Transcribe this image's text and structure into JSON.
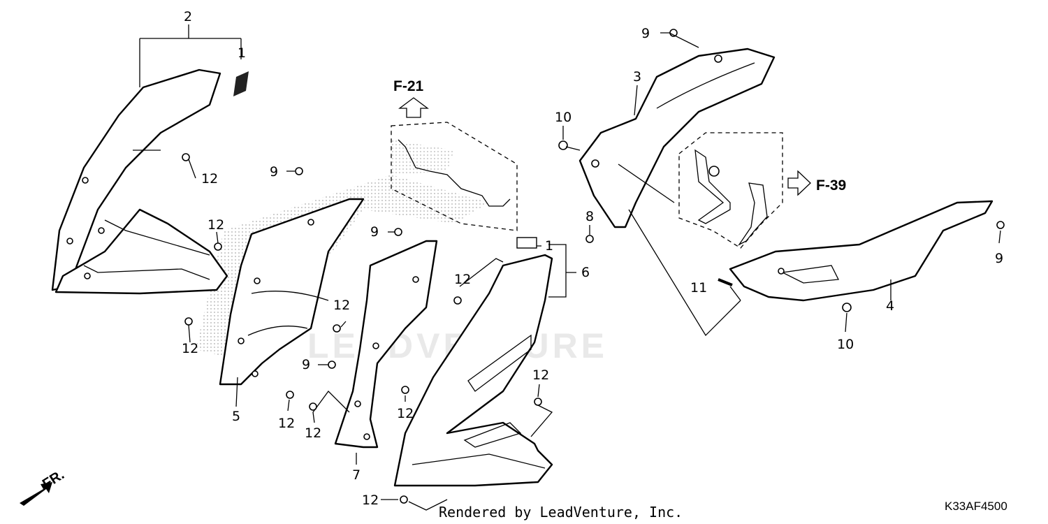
{
  "diagram": {
    "callouts": {
      "p1_top": "1",
      "p2": "2",
      "p3": "3",
      "p4": "4",
      "p5": "5",
      "p6": "6",
      "p7": "7",
      "p8": "8",
      "p9_a": "9",
      "p9_b": "9",
      "p9_c": "9",
      "p9_d": "9",
      "p9_e": "9",
      "p10_a": "10",
      "p10_b": "10",
      "p11": "11",
      "p1_mid": "1",
      "p12_a": "12",
      "p12_b": "12",
      "p12_c": "12",
      "p12_d": "12",
      "p12_e": "12",
      "p12_f": "12",
      "p12_g": "12",
      "p12_h": "12",
      "p12_i": "12",
      "p12_j": "12"
    },
    "references": {
      "f21": "F-21",
      "f39": "F-39"
    },
    "front_indicator": "FR.",
    "watermark": "LEADVENTURE",
    "footer_credit": "Rendered by LeadVenture, Inc.",
    "diagram_code": "K33AF4500"
  }
}
